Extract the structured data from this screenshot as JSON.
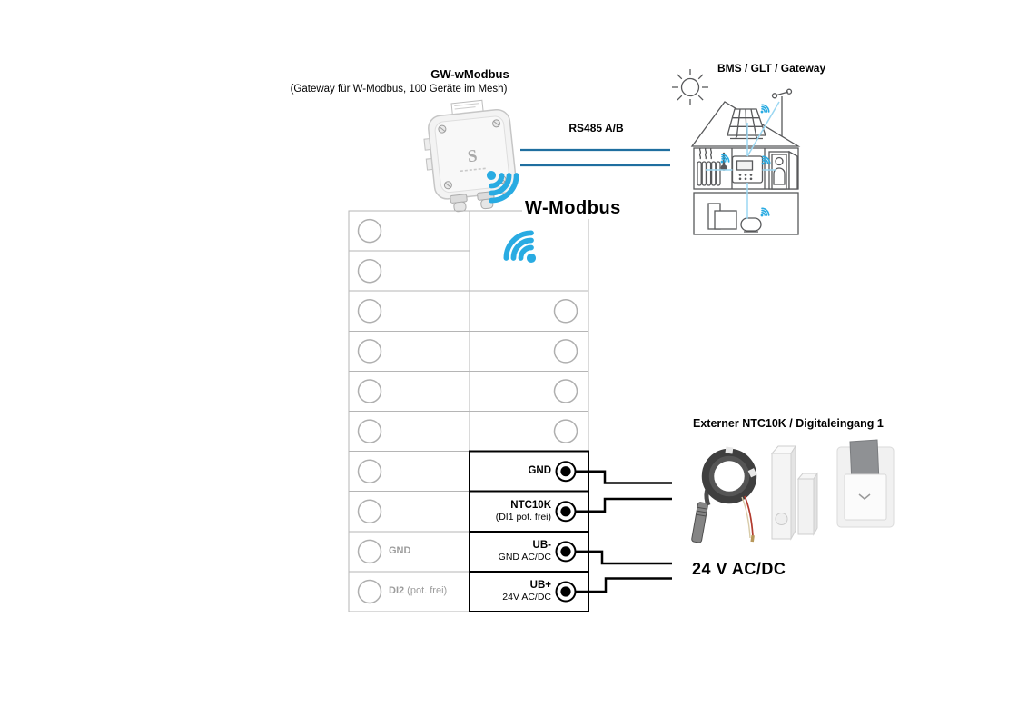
{
  "gateway": {
    "title": "GW-wModbus",
    "subtitle": "(Gateway für W-Modbus, 100 Geräte im Mesh)",
    "logo_letter": "S"
  },
  "bus": {
    "rs485_label": "RS485 A/B",
    "wmodbus_label": "W-Modbus"
  },
  "building": {
    "label": "BMS / GLT / Gateway"
  },
  "terminal_table": {
    "rows": [
      {
        "left_label_bold": "",
        "left_label_rest": ""
      },
      {
        "left_label_bold": "",
        "left_label_rest": ""
      },
      {
        "left_label_bold": "",
        "left_label_rest": ""
      },
      {
        "left_label_bold": "",
        "left_label_rest": ""
      },
      {
        "left_label_bold": "",
        "left_label_rest": ""
      },
      {
        "left_label_bold": "",
        "left_label_rest": ""
      },
      {
        "left_label_bold": "",
        "left_label_rest": ""
      },
      {
        "left_label_bold": "",
        "left_label_rest": ""
      },
      {
        "left_label_bold": "GND",
        "left_label_rest": ""
      },
      {
        "left_label_bold": "DI2",
        "left_label_rest": " (pot. frei)"
      }
    ],
    "active_cells": [
      {
        "line1": "GND",
        "line2": ""
      },
      {
        "line1": "NTC10K",
        "line2": "(DI1 pot. frei)"
      },
      {
        "line1": "UB-",
        "line2": "GND AC/DC"
      },
      {
        "line1": "UB+",
        "line2": "24V AC/DC"
      }
    ]
  },
  "external": {
    "title": "Externer NTC10K / Digitaleingang 1",
    "power_label": "24 V AC/DC"
  },
  "icons": {
    "wifi-icon": "three arcs + dot",
    "sun-icon": "circle with 8 rays",
    "solar-panel-icon": "tilted 4x3 grid",
    "anemometer-icon": "mast with two cups",
    "radiator-icon": "5 bars with heat waves",
    "thermometer-icon": "stem + bulb",
    "thermostat-icon": "panel with display and buttons",
    "person-door-icon": "figure in open doorway",
    "terminal-point": "black dot in ring"
  },
  "colors": {
    "accent_cyan": "#29ABE2",
    "connection_cyan": "#9BD7F2",
    "rs485_blue": "#1F6FA0",
    "outline_gray": "#58595B",
    "grid_gray": "#B5B5B5",
    "muted_gray": "#9C9C9C",
    "black": "#000000"
  }
}
